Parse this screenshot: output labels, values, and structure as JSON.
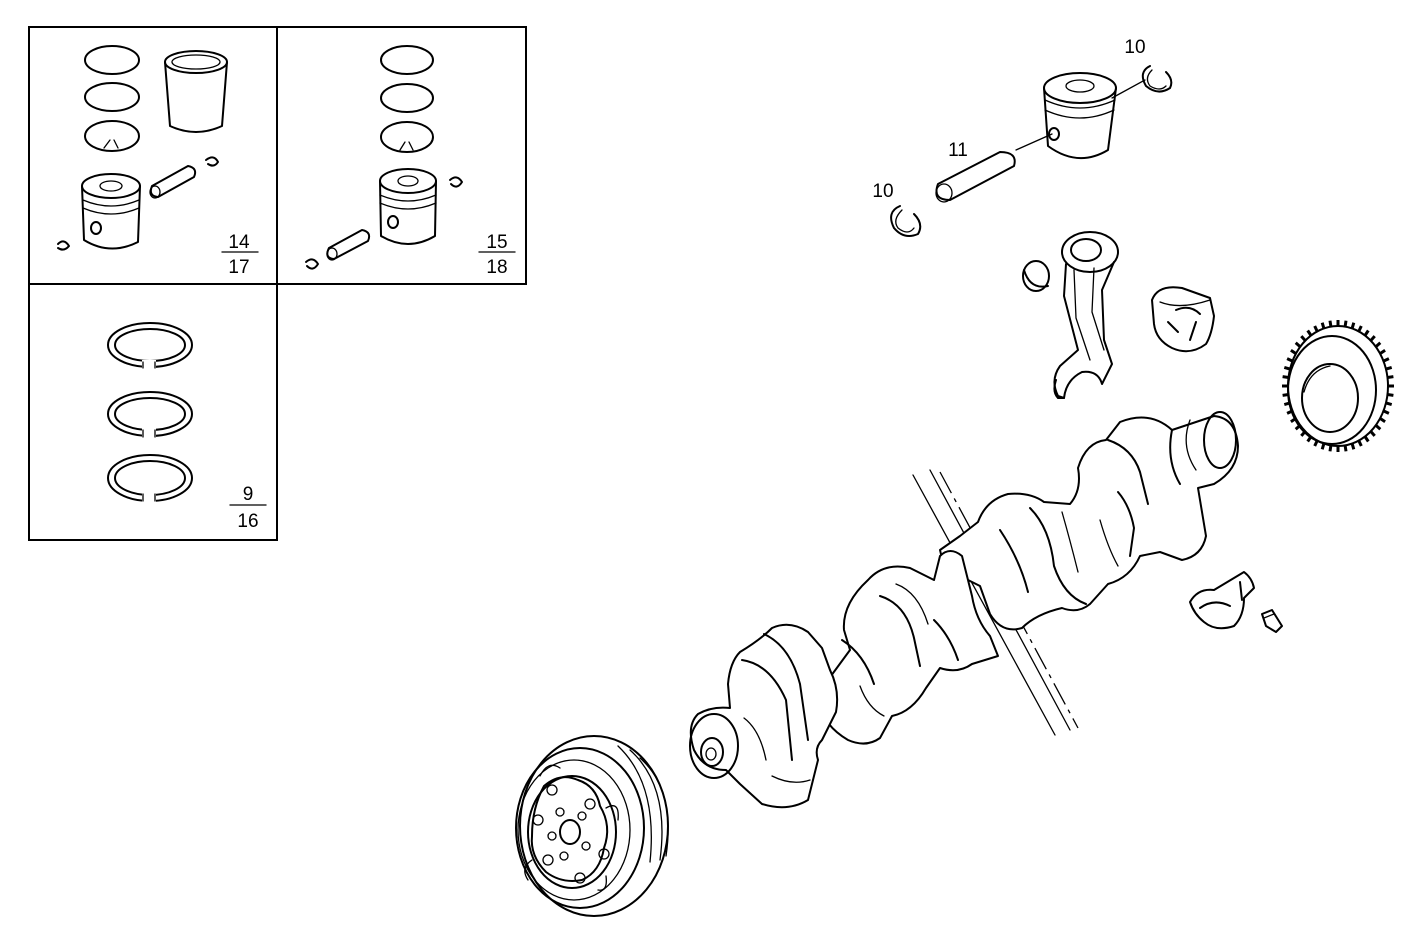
{
  "kits": [
    {
      "id": "kit-a",
      "top": "14",
      "bottom": "17"
    },
    {
      "id": "kit-b",
      "top": "15",
      "bottom": "18"
    },
    {
      "id": "kit-c",
      "top": "9",
      "bottom": "16"
    }
  ],
  "callouts": {
    "circlip_top": "10",
    "circlip_left": "10",
    "piston_pin": "11"
  },
  "icons": [
    "piston-icon",
    "piston-ring-icon",
    "cylinder-liner-icon",
    "piston-pin-icon",
    "circlip-icon",
    "connecting-rod-icon",
    "bearing-shell-icon",
    "gear-icon",
    "crankshaft-icon",
    "pulley-icon",
    "bolt-icon"
  ]
}
